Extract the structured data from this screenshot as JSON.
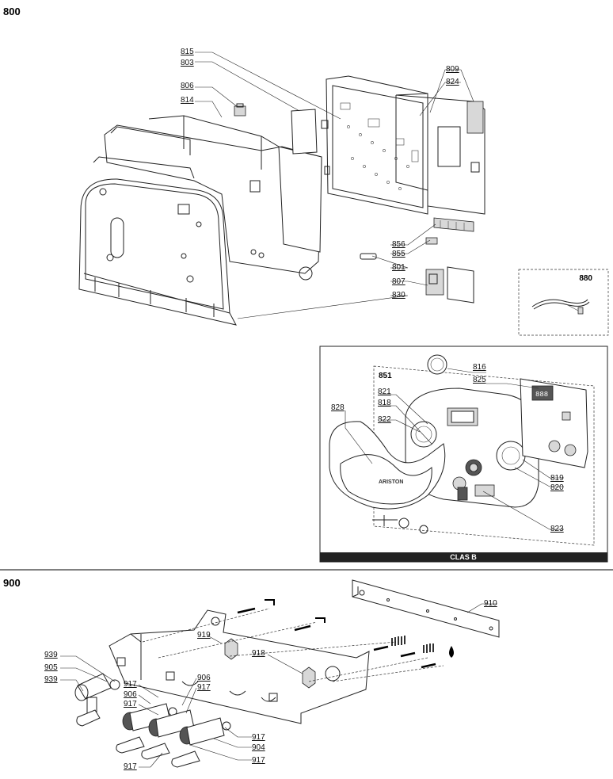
{
  "sections": {
    "s800": "800",
    "s900": "900"
  },
  "box_880": {
    "title": "880"
  },
  "box_clas": {
    "footer": "CLAS B",
    "group": "851"
  },
  "labels800": {
    "815": "815",
    "803": "803",
    "806": "806",
    "814": "814",
    "809": "809",
    "824": "824",
    "856": "856",
    "855": "855",
    "801": "801",
    "807": "807",
    "830": "830"
  },
  "labelsClas": {
    "816": "816",
    "825": "825",
    "821": "821",
    "818": "818",
    "828": "828",
    "822": "822",
    "819": "819",
    "820": "820",
    "823": "823"
  },
  "labels900": {
    "910": "910",
    "919": "919",
    "918": "918",
    "939a": "939",
    "905": "905",
    "939b": "939",
    "917a": "917",
    "906a": "906",
    "917b": "917",
    "906b": "906",
    "917c": "917",
    "917d": "917",
    "904": "904",
    "917e": "917",
    "917f": "917"
  },
  "brand_text": "ARISTON"
}
